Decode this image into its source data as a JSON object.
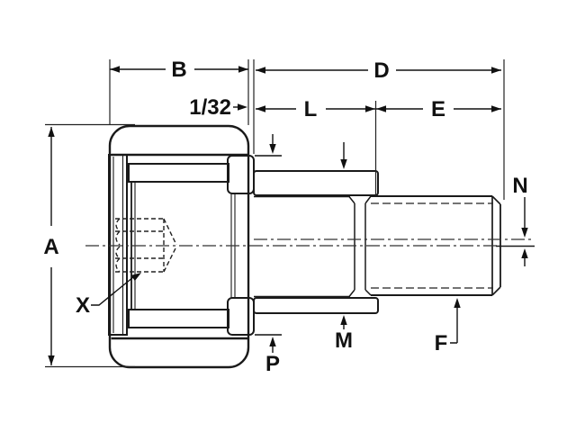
{
  "figure": {
    "title": "cam follower bearing cross-section drawing",
    "background": "#ffffff",
    "line_color": "#1a1a1a",
    "roller_fill": "#efecd8"
  },
  "labels": {
    "a": "A",
    "b": "B",
    "d": "D",
    "l": "L",
    "e": "E",
    "gap": "1/32",
    "n": "N",
    "m": "M",
    "p": "P",
    "f": "F",
    "x": "X"
  }
}
